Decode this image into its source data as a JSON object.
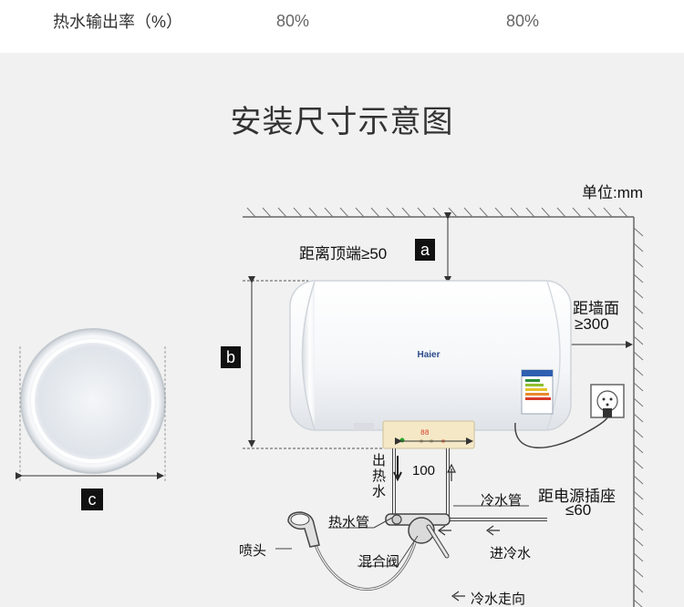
{
  "spec_row": {
    "label": "热水输出率（%）",
    "value_1": "80%",
    "value_2": "80%"
  },
  "title": "安装尺寸示意图",
  "unit_label": "单位:mm",
  "labels": {
    "top_clearance": "距离顶端≥50",
    "wall_clearance_line1": "距墙面",
    "wall_clearance_line2": "≥300",
    "outlet_line1": "距电源插座",
    "outlet_line2": "≤60",
    "pipe_spacing": "100",
    "hot_out": [
      "出",
      "热",
      "水"
    ],
    "cold_pipe": "冷水管",
    "hot_pipe": "热水管",
    "shower_head": "喷头",
    "mixing_valve": "混合阀",
    "cold_in": "进冷水",
    "cold_flow": "冷水走向"
  },
  "markers": {
    "a": "a",
    "b": "b",
    "c": "c"
  },
  "brand": "Haier",
  "display_digits": "88",
  "icons": [
    "power-socket-icon",
    "mixing-valve-icon",
    "shower-head-icon",
    "left-arrow-icon",
    "down-arrow-icon",
    "up-arrow-icon"
  ]
}
